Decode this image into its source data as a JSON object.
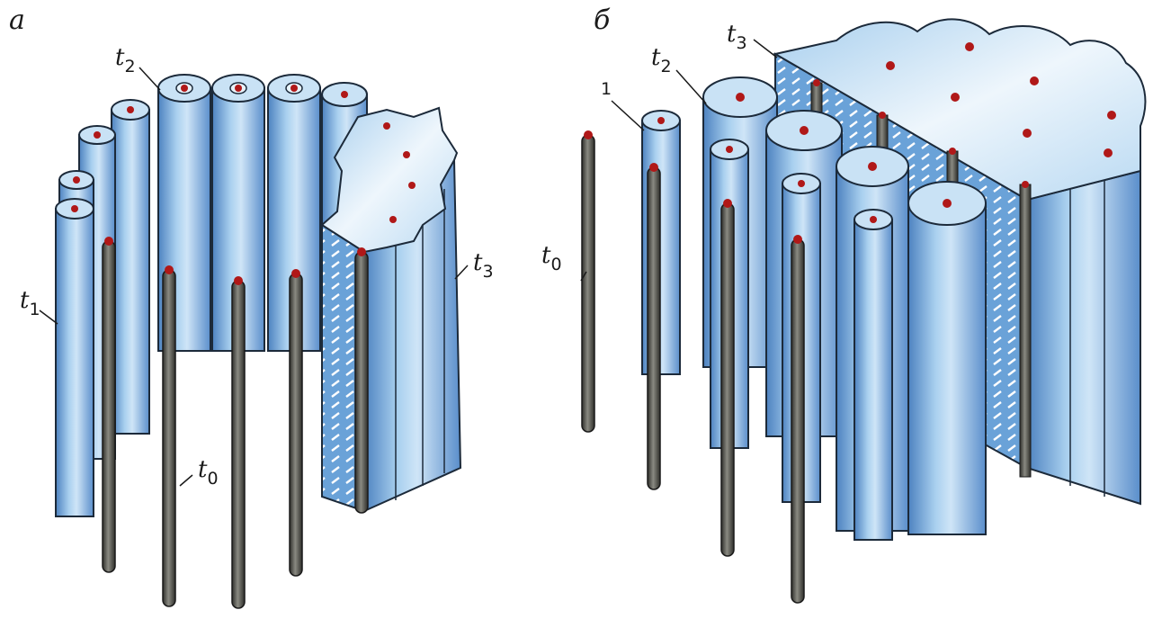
{
  "panels": [
    {
      "letter": "а",
      "labels": {
        "t0": {
          "t": "t",
          "sub": "0"
        },
        "t1": {
          "t": "t",
          "sub": "1"
        },
        "t2": {
          "t": "t",
          "sub": "2"
        },
        "t3": {
          "t": "t",
          "sub": "3"
        }
      }
    },
    {
      "letter": "б",
      "labels": {
        "t0": {
          "t": "t",
          "sub": "0"
        },
        "t1": {
          "t": "",
          "sub": "1"
        },
        "t2": {
          "t": "t",
          "sub": "2"
        },
        "t3": {
          "t": "t",
          "sub": "3"
        }
      }
    }
  ],
  "colors": {
    "cylinder_dark": "#5b8fca",
    "cylinder_mid": "#8fbde6",
    "cylinder_light": "#dcecf8",
    "cap": "#c9e2f5",
    "rod": "#4a4a45",
    "rod_tip": "#b01818",
    "outline": "#1c2a3a"
  }
}
